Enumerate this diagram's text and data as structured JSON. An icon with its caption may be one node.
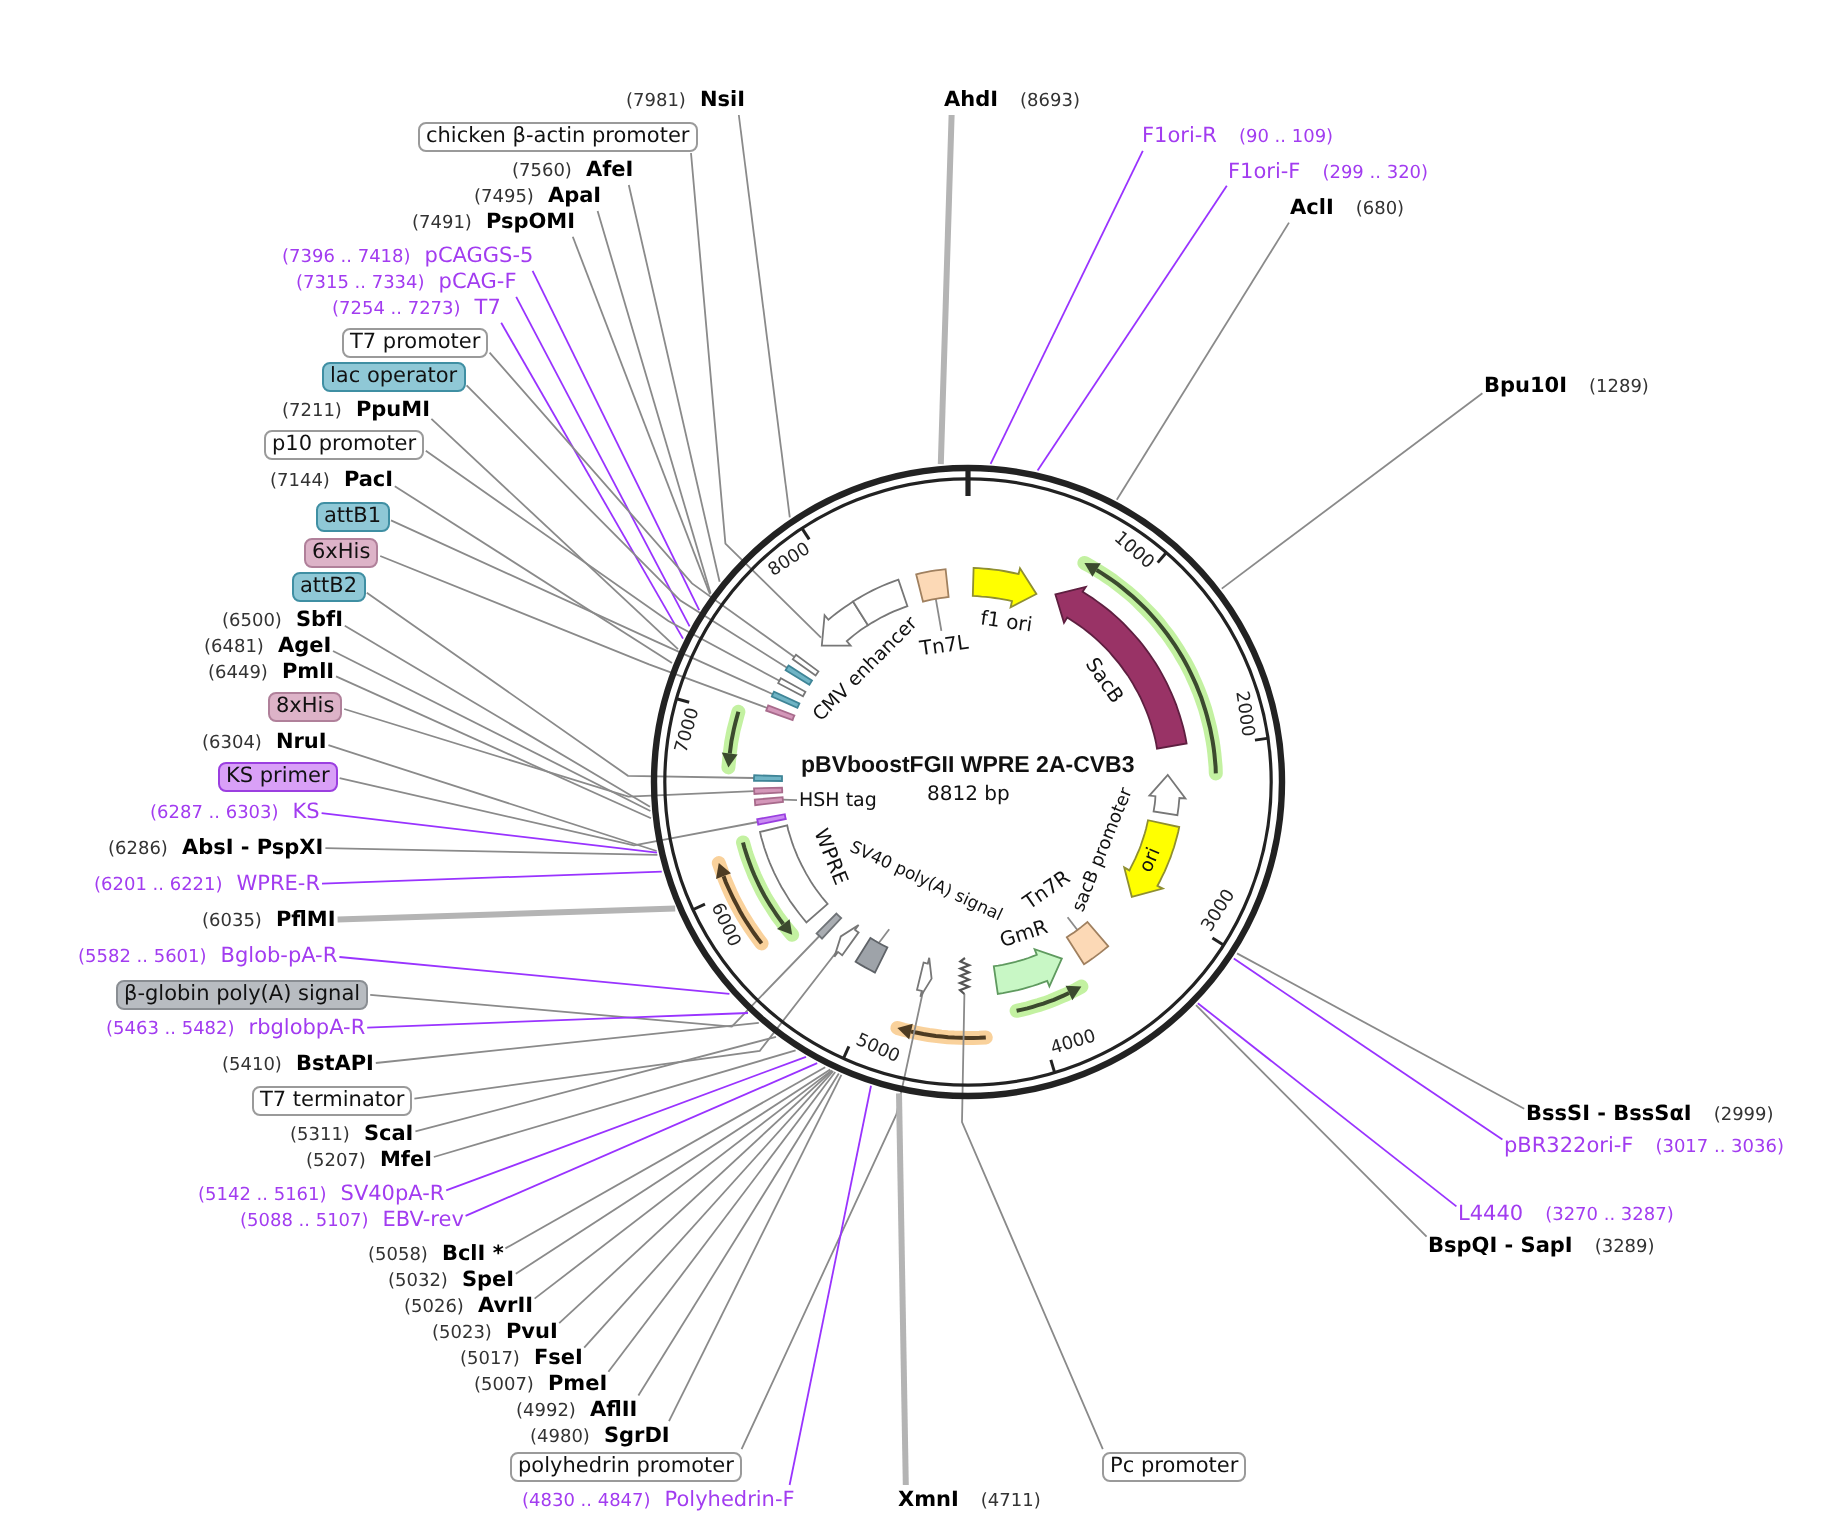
{
  "diagram": {
    "title": "pBVboostFGII WPRE 2A-CVB3",
    "nodes": [
      {
        "text": [
          "(7981)",
          "NsiI"
        ]
      },
      {
        "text": [
          "chicken β-actin promoter"
        ]
      },
      {
        "text": [
          "(7560)",
          "AfeI"
        ]
      },
      {
        "text": [
          "(7495)",
          "ApaI"
        ]
      },
      {
        "text": [
          "(7491)",
          "PspOMI"
        ]
      },
      {
        "text": [
          "(7396 .. 7418)",
          "pCAGGS-5"
        ]
      },
      {
        "text": [
          "(7315 .. 7334)",
          "pCAG-F"
        ]
      },
      {
        "text": [
          "(7254 .. 7273)",
          "T7"
        ]
      },
      {
        "text": [
          "T7 promoter"
        ]
      },
      {
        "text": [
          "lac operator"
        ]
      },
      {
        "text": [
          "(7211)",
          "PpuMI"
        ]
      },
      {
        "text": [
          "p10 promoter"
        ]
      },
      {
        "text": [
          "(7144)",
          "PacI"
        ]
      },
      {
        "text": [
          "attB1"
        ]
      },
      {
        "text": [
          "6xHis"
        ]
      },
      {
        "text": [
          "attB2"
        ]
      },
      {
        "text": [
          "(6500)",
          "SbfI"
        ]
      },
      {
        "text": [
          "(6481)",
          "AgeI"
        ]
      },
      {
        "text": [
          "(6449)",
          "PmlI"
        ]
      },
      {
        "text": [
          "8xHis"
        ]
      },
      {
        "text": [
          "(6304)",
          "NruI"
        ]
      },
      {
        "text": [
          "KS primer"
        ]
      },
      {
        "text": [
          "(6287 .. 6303)",
          "KS"
        ]
      },
      {
        "text": [
          "(6286)",
          "AbsI - PspXI"
        ]
      },
      {
        "text": [
          "(6201 .. 6221)",
          "WPRE-R"
        ]
      },
      {
        "text": [
          "(6035)",
          "PflMI"
        ]
      },
      {
        "text": [
          "(5582 .. 5601)",
          "Bglob-pA-R"
        ]
      },
      {
        "text": [
          "β-globin poly(A) signal"
        ]
      },
      {
        "text": [
          "(5463 .. 5482)",
          "rbglobpA-R"
        ]
      },
      {
        "text": [
          "(5410)",
          "BstAPI"
        ]
      },
      {
        "text": [
          "T7 terminator"
        ]
      },
      {
        "text": [
          "(5311)",
          "ScaI"
        ]
      },
      {
        "text": [
          "(5207)",
          "MfeI"
        ]
      },
      {
        "text": [
          "(5142 .. 5161)",
          "SV40pA-R"
        ]
      },
      {
        "text": [
          "(5088 .. 5107)",
          "EBV-rev"
        ]
      },
      {
        "text": [
          "(5058)",
          "BclI *"
        ]
      },
      {
        "text": [
          "(5032)",
          "SpeI"
        ]
      },
      {
        "text": [
          "(5026)",
          "AvrII"
        ]
      },
      {
        "text": [
          "(5023)",
          "PvuI"
        ]
      },
      {
        "text": [
          "(5017)",
          "FseI"
        ]
      },
      {
        "text": [
          "(5007)",
          "PmeI"
        ]
      },
      {
        "text": [
          "(4992)",
          "AflII"
        ]
      },
      {
        "text": [
          "(4980)",
          "SgrDI"
        ]
      },
      {
        "text": [
          "polyhedrin promoter"
        ]
      },
      {
        "text": [
          "(4830 .. 4847)",
          "Polyhedrin-F"
        ]
      },
      {
        "text": [
          "XmnI",
          "(4711)"
        ]
      },
      {
        "text": [
          "Pc promoter"
        ]
      },
      {
        "text": [
          "AhdI",
          "(8693)"
        ]
      },
      {
        "text": [
          "F1ori-R",
          "(90 .. 109)"
        ]
      },
      {
        "text": [
          "F1ori-F",
          "(299 .. 320)"
        ]
      },
      {
        "text": [
          "AclI",
          "(680)"
        ]
      },
      {
        "text": [
          "Bpu10I",
          "(1289)"
        ]
      },
      {
        "text": [
          "BssSI - BssSαI",
          "(2999)"
        ]
      },
      {
        "text": [
          "pBR322ori-F",
          "(3017 .. 3036)"
        ]
      },
      {
        "text": [
          "L4440",
          "(3270 .. 3287)"
        ]
      },
      {
        "text": [
          "BspQI - SapI",
          "(3289)"
        ]
      },
      {
        "text": [],
        "shape": "circle"
      },
      {
        "text": [],
        "shape": "arrow",
        "beside": [
          "f1 ori"
        ],
        "in": 56
      },
      {
        "text": [],
        "shape": "arrow",
        "beside": [
          "SacB"
        ],
        "in": 56
      },
      {
        "text": [],
        "shape": "arrow",
        "in": 56
      },
      {
        "text": [
          "ori"
        ],
        "in": 56
      },
      {
        "text": [
          "Tn7R"
        ],
        "in": 56
      },
      {
        "text": [],
        "shape": "box",
        "in": 56
      },
      {
        "text": [],
        "shape": "arrow",
        "beside": [
          "GmR"
        ],
        "in": 56
      },
      {
        "text": [],
        "shape": "line",
        "in": 56
      },
      {
        "text": [],
        "shape": "arrow",
        "in": 56
      },
      {
        "text": [
          "SV40 poly(A) signal"
        ],
        "in": 56
      },
      {
        "text": [],
        "shape": "box",
        "in": 56
      },
      {
        "text": [],
        "shape": "arrow",
        "in": 56
      },
      {
        "text": [],
        "shape": "bar",
        "in": 56
      },
      {
        "text": [],
        "shape": "bar",
        "beside": [
          "WPRE"
        ],
        "in": 56
      },
      {
        "text": [],
        "shape": "bar",
        "in": 56
      },
      {
        "text": [
          "HSH tag"
        ],
        "in": 56
      },
      {
        "text": [],
        "shape": "bar",
        "in": 56
      },
      {
        "text": [],
        "shape": "bar",
        "in": 56
      },
      {
        "text": [],
        "shape": "bar",
        "in": 56
      },
      {
        "text": [],
        "shape": "bar",
        "in": 56
      },
      {
        "text": [],
        "shape": "bar",
        "in": 56
      },
      {
        "text": [],
        "shape": "bar",
        "in": 56
      },
      {
        "text": [],
        "shape": "bar",
        "in": 56
      },
      {
        "text": [],
        "shape": "bar",
        "in": 56
      },
      {
        "text": [],
        "shape": "arrow",
        "in": 56
      },
      {
        "text": [],
        "shape": "bar",
        "beside": [
          "CMV enhancer"
        ],
        "in": 56
      },
      {
        "text": [
          "Tn7L"
        ],
        "in": 56
      },
      {
        "text": [],
        "shape": "box",
        "in": 56
      }
    ],
    "edges": [
      {
        "from": 0,
        "to": 56,
        "arrow": "none"
      },
      {
        "from": 1,
        "to": 81,
        "arrow": "none"
      },
      {
        "from": 2,
        "to": 56,
        "arrow": "none"
      },
      {
        "from": 3,
        "to": 56,
        "arrow": "none"
      },
      {
        "from": 4,
        "to": 56,
        "arrow": "none"
      },
      {
        "from": 5,
        "to": 56,
        "arrow": "none",
        "color": "#9933ff"
      },
      {
        "from": 6,
        "to": 56,
        "arrow": "none",
        "color": "#9933ff"
      },
      {
        "from": 7,
        "to": 56,
        "arrow": "none",
        "color": "#9933ff"
      },
      {
        "from": 8,
        "to": 80,
        "arrow": "none"
      },
      {
        "from": 9,
        "to": 79,
        "arrow": "none"
      },
      {
        "from": 10,
        "to": 56,
        "arrow": "none"
      },
      {
        "from": 11,
        "to": 78,
        "arrow": "none"
      },
      {
        "from": 12,
        "to": 56,
        "arrow": "none"
      },
      {
        "from": 13,
        "to": 77,
        "arrow": "none"
      },
      {
        "from": 14,
        "to": 76,
        "arrow": "none"
      },
      {
        "from": 15,
        "to": 75,
        "arrow": "none"
      },
      {
        "from": 16,
        "to": 56,
        "arrow": "none"
      },
      {
        "from": 17,
        "to": 56,
        "arrow": "none"
      },
      {
        "from": 18,
        "to": 56,
        "arrow": "none"
      },
      {
        "from": 19,
        "to": 74,
        "arrow": "none"
      },
      {
        "from": 20,
        "to": 56,
        "arrow": "none"
      },
      {
        "from": 21,
        "to": 71,
        "arrow": "none"
      },
      {
        "from": 22,
        "to": 56,
        "arrow": "none",
        "color": "#9933ff"
      },
      {
        "from": 23,
        "to": 56,
        "arrow": "none"
      },
      {
        "from": 24,
        "to": 56,
        "arrow": "none",
        "color": "#9933ff"
      },
      {
        "from": 25,
        "to": 56,
        "arrow": "none",
        "style": "thick",
        "color": "#b4b4b4"
      },
      {
        "from": 26,
        "to": 56,
        "arrow": "none",
        "color": "#9933ff"
      },
      {
        "from": 27,
        "to": 69,
        "arrow": "none"
      },
      {
        "from": 28,
        "to": 56,
        "arrow": "none",
        "color": "#9933ff"
      },
      {
        "from": 29,
        "to": 56,
        "arrow": "none"
      },
      {
        "from": 30,
        "to": 68,
        "arrow": "none"
      },
      {
        "from": 31,
        "to": 56,
        "arrow": "none"
      },
      {
        "from": 32,
        "to": 56,
        "arrow": "none"
      },
      {
        "from": 33,
        "to": 56,
        "arrow": "none",
        "color": "#9933ff"
      },
      {
        "from": 34,
        "to": 56,
        "arrow": "none",
        "color": "#9933ff"
      },
      {
        "from": 35,
        "to": 56,
        "arrow": "none"
      },
      {
        "from": 36,
        "to": 56,
        "arrow": "none"
      },
      {
        "from": 37,
        "to": 56,
        "arrow": "none"
      },
      {
        "from": 38,
        "to": 56,
        "arrow": "none"
      },
      {
        "from": 39,
        "to": 56,
        "arrow": "none"
      },
      {
        "from": 40,
        "to": 56,
        "arrow": "none"
      },
      {
        "from": 41,
        "to": 56,
        "arrow": "none"
      },
      {
        "from": 42,
        "to": 56,
        "arrow": "none"
      },
      {
        "from": 43,
        "to": 65,
        "arrow": "none"
      },
      {
        "from": 44,
        "to": 56,
        "arrow": "none",
        "color": "#9933ff"
      },
      {
        "from": 45,
        "to": 56,
        "arrow": "none",
        "style": "thick",
        "color": "#b4b4b4"
      },
      {
        "from": 46,
        "to": 64,
        "arrow": "none"
      },
      {
        "from": 47,
        "to": 56,
        "arrow": "none",
        "style": "thick",
        "color": "#b4b4b4"
      },
      {
        "from": 48,
        "to": 56,
        "arrow": "none",
        "color": "#9933ff"
      },
      {
        "from": 49,
        "to": 56,
        "arrow": "none",
        "color": "#9933ff"
      },
      {
        "from": 50,
        "to": 56,
        "arrow": "none"
      },
      {
        "from": 51,
        "to": 56,
        "arrow": "none"
      },
      {
        "from": 52,
        "to": 56,
        "arrow": "none"
      },
      {
        "from": 53,
        "to": 56,
        "arrow": "none",
        "color": "#9933ff"
      },
      {
        "from": 54,
        "to": 56,
        "arrow": "none",
        "color": "#9933ff"
      },
      {
        "from": 55,
        "to": 56,
        "arrow": "none"
      },
      {
        "from": 61,
        "to": 62,
        "arrow": "none"
      },
      {
        "from": 66,
        "to": 67,
        "arrow": "none"
      },
      {
        "from": 72,
        "to": 73,
        "arrow": "none"
      },
      {
        "from": 83,
        "to": 84,
        "arrow": "none"
      }
    ],
    "labels": [
      "1000",
      "2000",
      "3000",
      "4000",
      "5000",
      "6000",
      "7000",
      "8000",
      "8812 bp",
      "sacB promoter"
    ]
  }
}
